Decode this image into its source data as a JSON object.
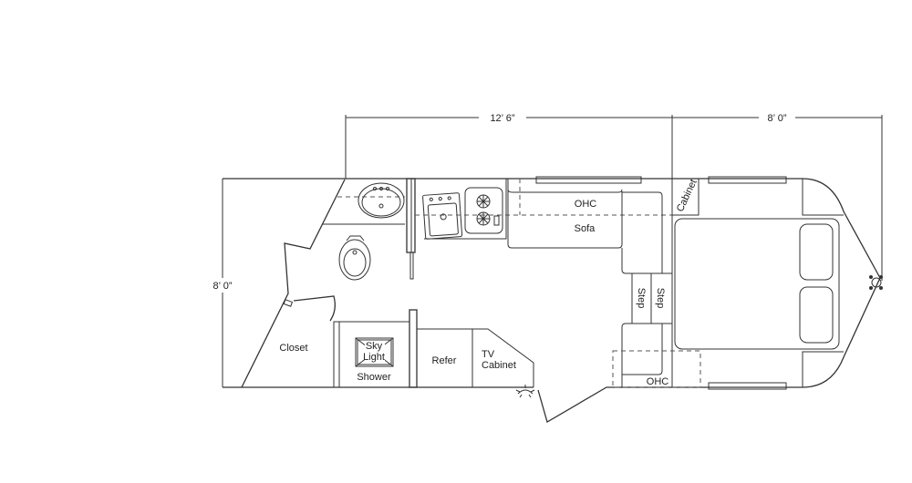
{
  "dimensions": {
    "length_rear": "12’ 6”",
    "length_front": "8’ 0”",
    "width": "8’ 0”"
  },
  "labels": {
    "ohc_top": "OHC",
    "sofa": "Sofa",
    "cabinet": "Cabinet",
    "step1": "Step",
    "step2": "Step",
    "ohc_bottom": "OHC",
    "closet": "Closet",
    "sky": "Sky",
    "light": "Light",
    "shower": "Shower",
    "refer": "Refer",
    "tv": "TV",
    "tv_cabinet": "Cabinet"
  }
}
